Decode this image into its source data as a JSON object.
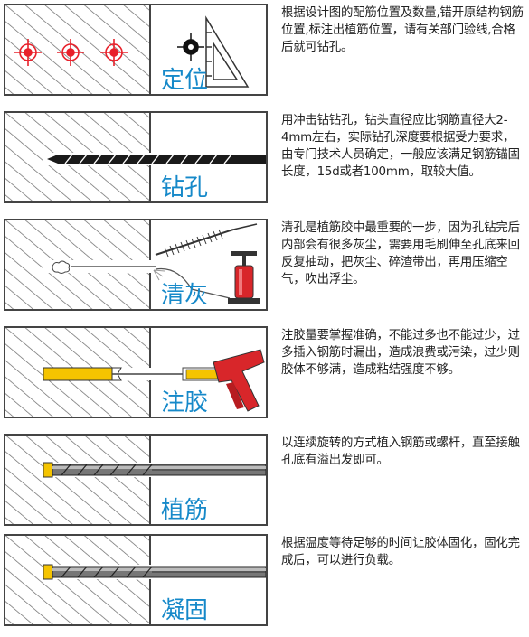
{
  "steps": [
    {
      "name": "定位",
      "desc": "根据设计图的配筋位置及数量,错开原结构钢筋位置,标注出植筋位置，请有关部门验线,合格后就可钻孔。"
    },
    {
      "name": "钻孔",
      "desc": "用冲击钻钻孔，钻头直径应比钢筋直径大2-4mm左右，实际钻孔深度要根据受力要求，由专门技术人员确定，一般应该满足钢筋锚固长度，15d或者100mm，取较大值。"
    },
    {
      "name": "清灰",
      "desc": "清孔是植筋胶中最重要的一步，因为孔钻完后内部会有很多灰尘，需要用毛刷伸至孔底来回反复抽动，把灰尘、碎渣带出，再用压缩空气，吹出浮尘。"
    },
    {
      "name": "注胶",
      "desc": "注胶量要掌握准确，不能过多也不能过少，过多插入钢筋时漏出，造成浪费或污染，过少则胶体不够满，造成粘结强度不够。"
    },
    {
      "name": "植筋",
      "desc": "以连续旋转的方式植入钢筋或螺杆，直至接触孔底有溢出发即可。"
    },
    {
      "name": "凝固",
      "desc": "根据温度等待足够的时间让胶体固化，固化完成后，可以进行负载。"
    }
  ],
  "colors": {
    "label": "#1689c9",
    "hatch": "#555555",
    "target": "#e8202a",
    "glue": "#f5c400",
    "gun": "#d8262a"
  },
  "icons": [
    "target-icon",
    "set-square-icon",
    "drill-bit-icon",
    "brush-icon",
    "air-pump-icon",
    "glue-gun-icon",
    "rebar-icon"
  ]
}
